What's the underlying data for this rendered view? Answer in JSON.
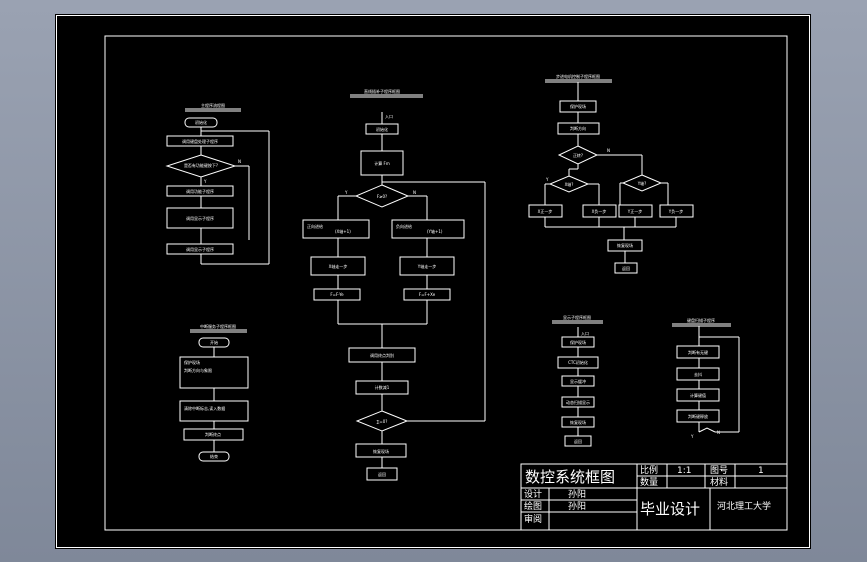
{
  "title_block": {
    "main_title": "数控系统框图",
    "ratio_label": "比例",
    "ratio_value": "1:1",
    "drawing_no_label": "图号",
    "drawing_no_value": "1",
    "quantity_label": "数量",
    "material_label": "材料",
    "design_label": "设计",
    "design_name": "孙阳",
    "drawn_label": "绘图",
    "drawn_name": "孙阳",
    "review_label": "审阅",
    "project": "毕业设计",
    "school": "河北理工大学"
  },
  "flow_main": {
    "title": "主程序流程图",
    "start": "初始化",
    "step1": "调用键盘处理子程序",
    "decision": "是否有功能键按下?",
    "yes": "Y",
    "no": "N",
    "step2": "调用功能子程序",
    "step3": "调用显示子程序",
    "step4": "调用显示子程序"
  },
  "flow_interp": {
    "title": "直线插补子程序框图",
    "entry": "入口",
    "init": "初始化",
    "calc": "计算 Fm",
    "decision": "F≥0?",
    "yes": "Y",
    "no": "N",
    "left_feed": "正向进给",
    "left_feed_detail": "(X轴+1)",
    "right_feed": "负向进给",
    "right_feed_detail": "(Y轴+1)",
    "left_step": "X轴走一步",
    "right_step": "Y轴走一步",
    "left_calc": "F=F-Ye",
    "right_calc": "F=F+Xe",
    "end_check": "调用终点判别",
    "count": "计数减1",
    "decision2": "∑=0?",
    "return": "恢复现场",
    "exit": "返回"
  },
  "flow_interrupt": {
    "title": "中断服务子程序框图",
    "step1": "开始",
    "step2": "保护现场",
    "step3": "判断方向与象限",
    "step4": "清除中断标志,读入数据",
    "step5": "判断终点",
    "end": "结束"
  },
  "flow_stepper": {
    "title": "步进电机控制子程序框图",
    "protect": "保护现场",
    "judge": "判断方向",
    "d1": "正转?",
    "d2": "X轴?",
    "d3": "Y轴?",
    "yes": "Y",
    "no": "N",
    "b1": "X正一步",
    "b2": "X负一步",
    "b3": "Y正一步",
    "b4": "Y负一步",
    "restore": "恢复现场",
    "ret": "返回"
  },
  "flow_display": {
    "title": "显示子程序框图",
    "entry": "入口",
    "s1": "保护现场",
    "s2": "CTC初始化",
    "s3": "显示缓冲",
    "s4": "动态扫描显示",
    "s5": "恢复现场",
    "s6": "返回"
  },
  "flow_keyboard": {
    "title": "键盘扫描子程序",
    "s1": "判断有无键",
    "s2": "去抖",
    "s3": "计算键值",
    "s4": "判断键释放",
    "no": "N",
    "yes": "Y"
  }
}
